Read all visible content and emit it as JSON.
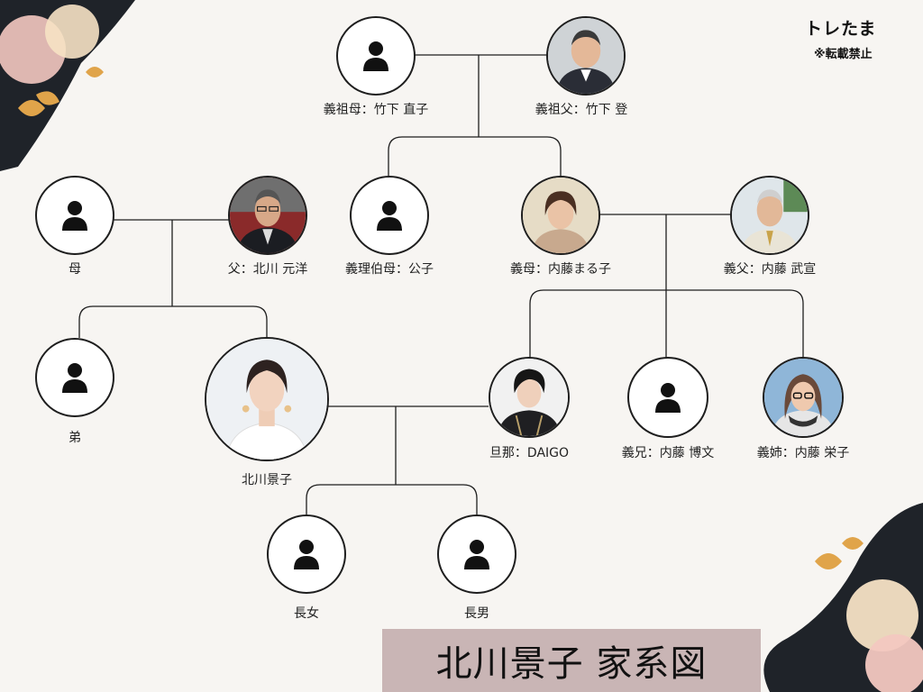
{
  "brand": {
    "name": "トレたま",
    "note": "※転載禁止"
  },
  "title": "北川景子 家系図",
  "people": [
    {
      "id": "grandmother-in-law",
      "label": "義祖母：竹下 直子",
      "photo": false
    },
    {
      "id": "grandfather-in-law",
      "label": "義祖父：竹下 登",
      "photo": true,
      "photo_desc": "elderly man smiling in suit"
    },
    {
      "id": "mother",
      "label": "母",
      "photo": false
    },
    {
      "id": "father",
      "label": "父：北川 元洋",
      "photo": true,
      "photo_desc": "man with glasses in dark suit"
    },
    {
      "id": "aunt-in-law",
      "label": "義理伯母：公子",
      "photo": false
    },
    {
      "id": "mother-in-law",
      "label": "義母：内藤まる子",
      "photo": true,
      "photo_desc": "woman with short hair smiling"
    },
    {
      "id": "father-in-law",
      "label": "義父：内藤 武宣",
      "photo": true,
      "photo_desc": "elderly man with glasses"
    },
    {
      "id": "brother",
      "label": "弟",
      "photo": false
    },
    {
      "id": "keiko",
      "label": "北川景子",
      "photo": true,
      "photo_desc": "woman in white with earrings"
    },
    {
      "id": "husband",
      "label": "旦那：DAIGO",
      "photo": true,
      "photo_desc": "man with black hair in dark jacket"
    },
    {
      "id": "brother-in-law",
      "label": "義兄：内藤 博文",
      "photo": false
    },
    {
      "id": "sister-in-law",
      "label": "義姉：内藤 栄子",
      "photo": true,
      "photo_desc": "woman with glasses and long hair"
    },
    {
      "id": "daughter",
      "label": "長女",
      "photo": false
    },
    {
      "id": "son",
      "label": "長男",
      "photo": false
    }
  ],
  "colors": {
    "background": "#f7f5f2",
    "line": "#1e1e1e",
    "title_box": "#c9b5b5",
    "deco_dark": "#1f2329",
    "deco_peach": "#f3c8c0",
    "deco_gold": "#e0a44a"
  }
}
